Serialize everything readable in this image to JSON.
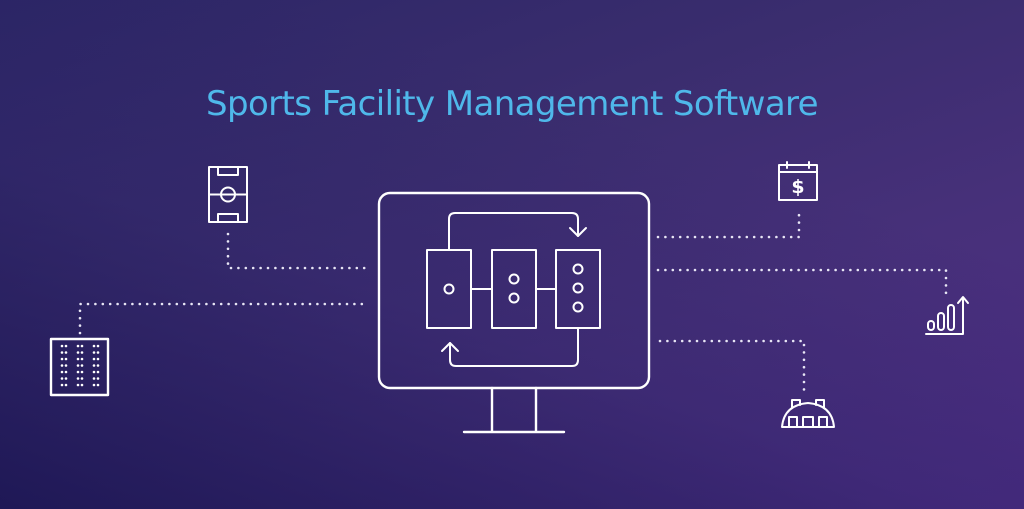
{
  "title": "Sports Facility Management Software",
  "colors": {
    "title": "#4fb8ea",
    "background_top_left": "#2f2a6a",
    "background_top_right": "#4d2a80",
    "background_bottom_left": "#1f1b5e",
    "background_bottom_right": "#4a3282",
    "line": "#ffffff"
  },
  "center": {
    "icon": "monitor-icon",
    "screen_content": {
      "icon": "workflow-diagram-icon",
      "panels": [
        {
          "name": "panel-1",
          "circles": 1
        },
        {
          "name": "panel-2",
          "circles": 2
        },
        {
          "name": "panel-3",
          "circles": 3
        }
      ],
      "loops": [
        "loop-arrow-top-right",
        "loop-arrow-bottom-left"
      ]
    }
  },
  "connected_icons": [
    {
      "icon": "soccer-field-icon",
      "side": "left",
      "position": "top"
    },
    {
      "icon": "stadium-seating-icon",
      "side": "left",
      "position": "bottom"
    },
    {
      "icon": "calendar-dollar-icon",
      "side": "right",
      "position": "top"
    },
    {
      "icon": "growth-chart-icon",
      "side": "right",
      "position": "middle"
    },
    {
      "icon": "dome-arena-icon",
      "side": "right",
      "position": "bottom"
    }
  ],
  "calendar_symbol": "$"
}
